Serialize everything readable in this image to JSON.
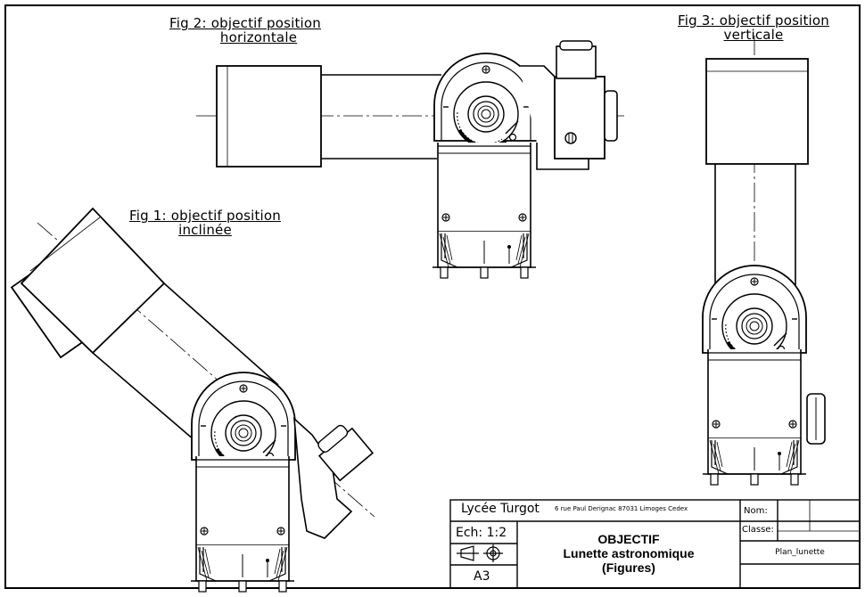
{
  "figures": {
    "fig1": {
      "line1": "Fig 1: objectif position",
      "line2": "inclinée"
    },
    "fig2": {
      "line1": "Fig 2: objectif position",
      "line2": "horizontale"
    },
    "fig3": {
      "line1": "Fig 3: objectif position",
      "line2": "verticale"
    }
  },
  "title_block": {
    "school": "Lycée Turgot",
    "address": "6 rue Paul Derignac 87031 Limoges Cedex",
    "nom_label": "Nom:",
    "classe_label": "Classe:",
    "scale": "Ech: 1:2",
    "format": "A3",
    "title_line1": "OBJECTIF",
    "title_line2": "Lunette astronomique",
    "title_line3": "(Figures)",
    "file_name": "Plan_lunette"
  }
}
